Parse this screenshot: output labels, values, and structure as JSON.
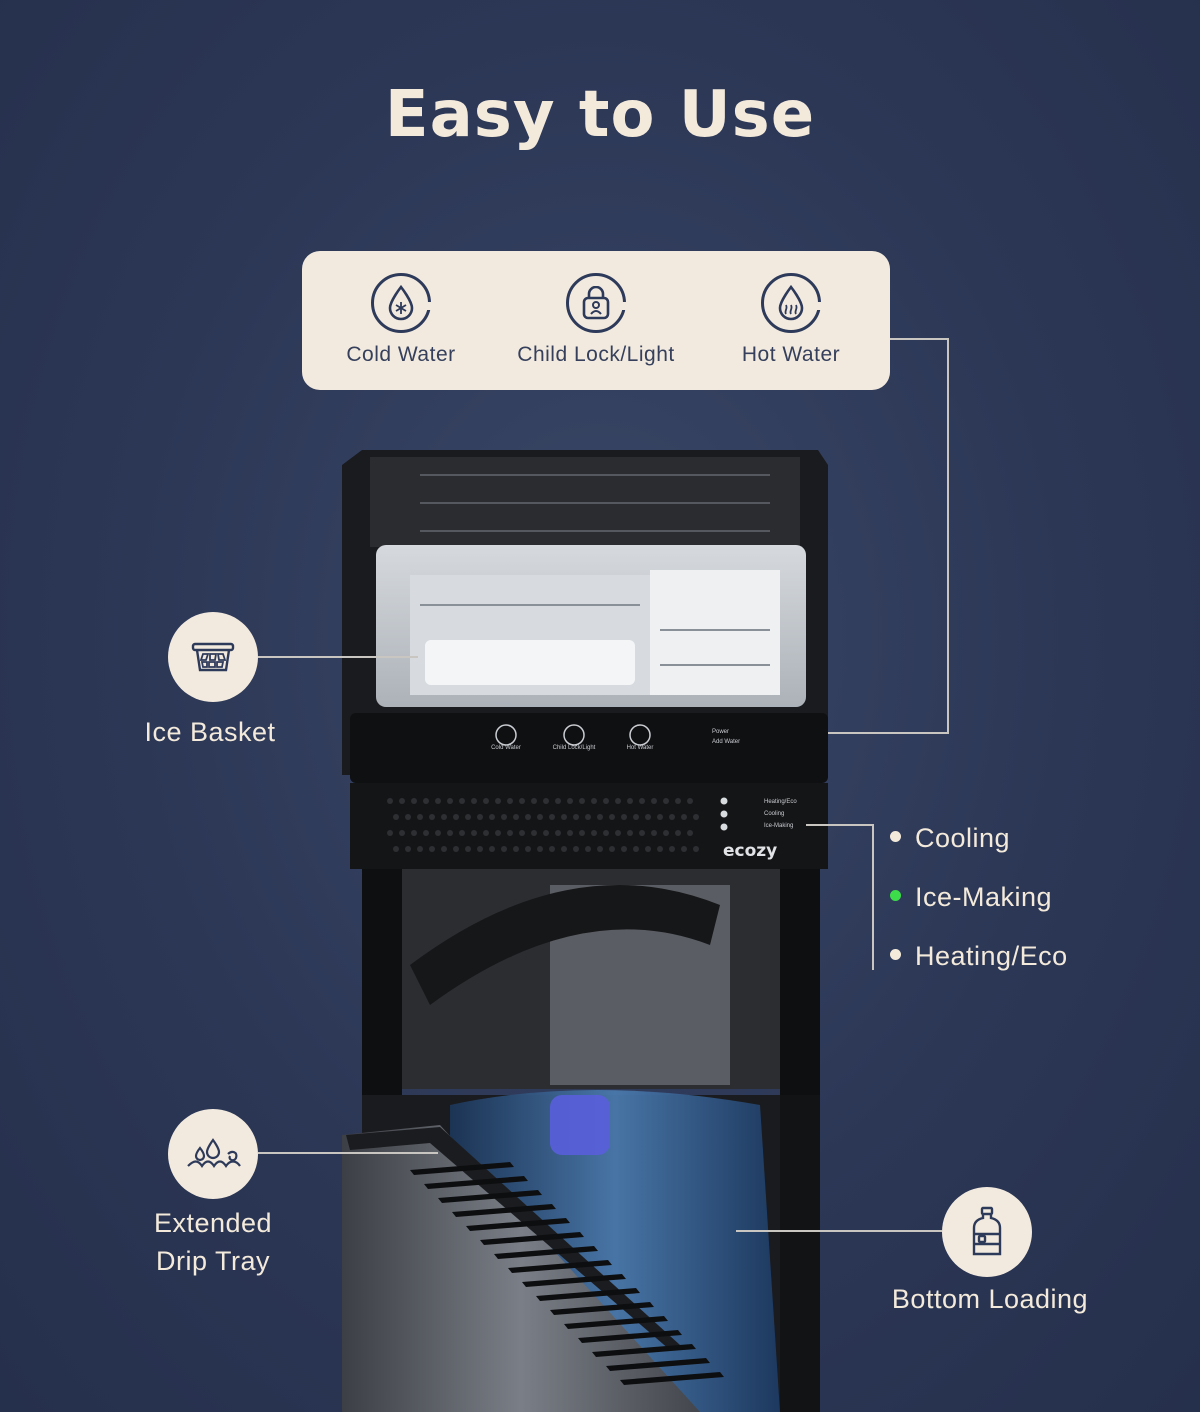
{
  "title": "Easy to Use",
  "control_panel": {
    "buttons": [
      {
        "label": "Cold Water",
        "icon": "snowflake-drop-icon"
      },
      {
        "label": "Child Lock/Light",
        "icon": "child-lock-icon"
      },
      {
        "label": "Hot Water",
        "icon": "steam-drop-icon"
      }
    ]
  },
  "device": {
    "brand": "ecozy",
    "panel_labels": [
      "Cold Water",
      "Child Lock/Light",
      "Hot Water"
    ],
    "indicator_power": "Power",
    "indicator_add_water": "Add Water",
    "status_labels": [
      "Heating/Eco",
      "Cooling",
      "Ice-Making"
    ]
  },
  "callouts": {
    "ice_basket": "Ice Basket",
    "drip_tray_line1": "Extended",
    "drip_tray_line2": "Drip Tray",
    "bottom_loading": "Bottom Loading"
  },
  "status_list": [
    {
      "label": "Cooling",
      "color": "#f3eadb"
    },
    {
      "label": "Ice-Making",
      "color": "#3ddc4a"
    },
    {
      "label": "Heating/Eco",
      "color": "#f3eadb"
    }
  ],
  "colors": {
    "background": "#2c3756",
    "cream": "#f2eadf",
    "navy_icon": "#2e3a5a",
    "led_green": "#3ddc4a"
  }
}
